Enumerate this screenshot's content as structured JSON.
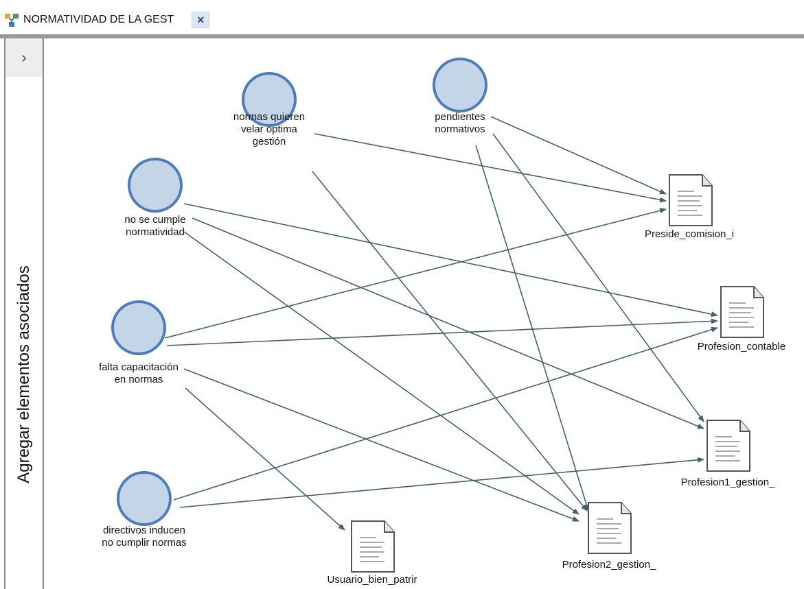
{
  "tab": {
    "title": "NORMATIVIDAD DE LA GEST",
    "close_label": "×"
  },
  "sidebar": {
    "toggle_label": "›",
    "label": "Agregar elementos asociados"
  },
  "colors": {
    "circle_fill": "#c5d5e8",
    "circle_stroke": "#4a7ebb",
    "edge": "#3e6466",
    "doc_stroke": "#555555"
  },
  "concepts": [
    {
      "id": "normas",
      "line1": "normas quieren",
      "line2": "velar optima",
      "line3": "gestión"
    },
    {
      "id": "pendientes",
      "line1": "pendientes",
      "line2": "normativos"
    },
    {
      "id": "nocumple",
      "line1": "no se cumple",
      "line2": "normatividad"
    },
    {
      "id": "falta",
      "line1": "falta capacitación",
      "line2": "en normas"
    },
    {
      "id": "directivos",
      "line1": "directivos inducen",
      "line2": "no cumplir normas"
    }
  ],
  "documents": [
    {
      "id": "preside",
      "label": "Preside_comision_i"
    },
    {
      "id": "contable",
      "label": "Profesion_contable"
    },
    {
      "id": "prof1",
      "label": "Profesion1_gestion_"
    },
    {
      "id": "prof2",
      "label": "Profesion2_gestion_"
    },
    {
      "id": "usuario",
      "label": "Usuario_bien_patrir"
    }
  ],
  "edges": [
    [
      "normas",
      "preside"
    ],
    [
      "normas",
      "prof2"
    ],
    [
      "pendientes",
      "preside"
    ],
    [
      "pendientes",
      "prof1"
    ],
    [
      "pendientes",
      "prof2"
    ],
    [
      "nocumple",
      "contable"
    ],
    [
      "nocumple",
      "prof1"
    ],
    [
      "nocumple",
      "prof2"
    ],
    [
      "falta",
      "preside"
    ],
    [
      "falta",
      "contable"
    ],
    [
      "falta",
      "prof2"
    ],
    [
      "falta",
      "usuario"
    ],
    [
      "directivos",
      "contable"
    ],
    [
      "directivos",
      "prof1"
    ]
  ]
}
